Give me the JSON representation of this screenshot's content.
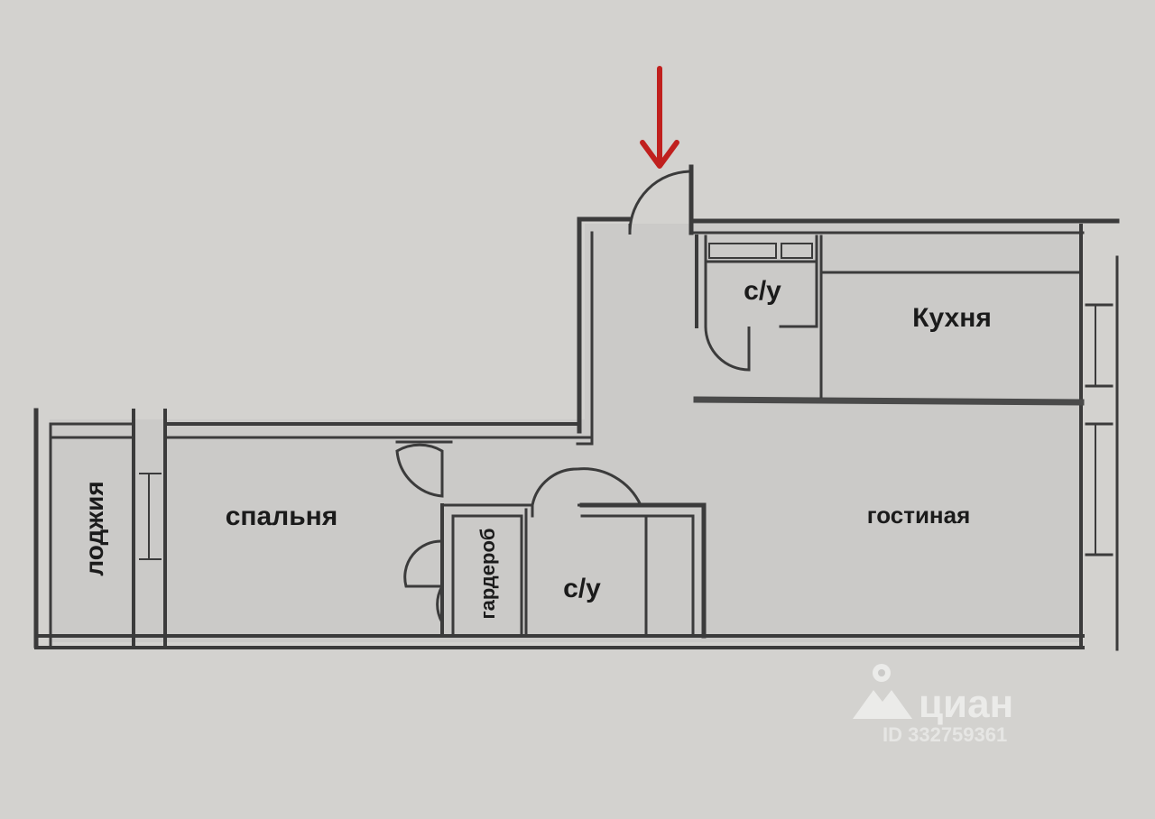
{
  "rooms": {
    "kitchen": "Кухня",
    "wc_top": "с/у",
    "living": "гостиная",
    "bedroom": "спальня",
    "loggia": "лоджия",
    "wardrobe": "гардероб",
    "wc_bottom": "с/у"
  },
  "watermark": {
    "brand": "циан",
    "id": "ID 332759361"
  },
  "colors": {
    "wall": "#3a3a3a",
    "floor": "#cdcccb",
    "background": "#d3d2cf",
    "arrow": "#c0201e"
  },
  "icons": [
    "entrance-arrow-icon",
    "location-pin-icon"
  ]
}
